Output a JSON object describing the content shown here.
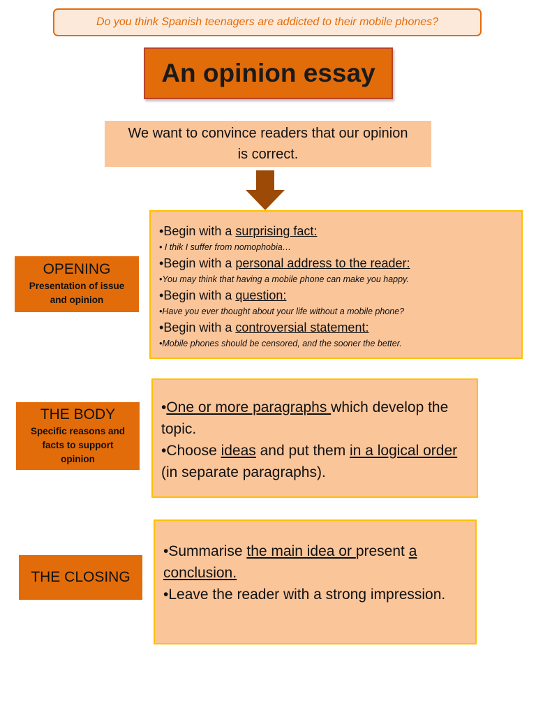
{
  "question": "Do you think Spanish teenagers are addicted to their mobile phones?",
  "title": "An opinion essay",
  "intro": "We want to convince readers that our opinion is correct.",
  "colors": {
    "accent_orange": "#e36c0a",
    "light_orange": "#fbc59a",
    "box_border_yellow": "#ffc000",
    "arrow_brown": "#9c4a06"
  },
  "arrow_icon": "down-arrow-icon",
  "opening": {
    "label": "OPENING",
    "sublabel": "Presentation of issue and opinion",
    "bullet": "•",
    "tips": [
      {
        "prefix": "Begin with a ",
        "keyword": "surprising fact:",
        "example": "• I thik I suffer  from nomophobia…"
      },
      {
        "prefix": "Begin with a ",
        "keyword": "personal address to the reader:",
        "example": "•You may think that having a  mobile phone can make you happy."
      },
      {
        "prefix": "Begin with a ",
        "keyword": "question:",
        "example": "•Have you ever thought about your life without a mobile phone?"
      },
      {
        "prefix": "Begin with a ",
        "keyword": "controversial statement:",
        "example": "•Mobile phones should be censored, and the sooner the better."
      }
    ]
  },
  "body_section": {
    "label": "THE BODY",
    "sublabel": "Specific reasons and facts to support opinion",
    "point1": {
      "bullet": "•",
      "underlined": "One or more paragraphs ",
      "rest": "which develop the topic."
    },
    "point2": {
      "bullet": "•",
      "a": "Choose ",
      "b": "ideas",
      "c": " and put them ",
      "d": "in a logical order",
      "e": " (in separate paragraphs)."
    }
  },
  "closing": {
    "label": "THE CLOSING",
    "point1": {
      "bullet": "•",
      "a": "Summarise ",
      "b": "the main idea or ",
      "c": "present ",
      "d": "a conclusion."
    },
    "point2": {
      "bullet": "•",
      "text": "Leave the reader with a strong impression."
    }
  }
}
